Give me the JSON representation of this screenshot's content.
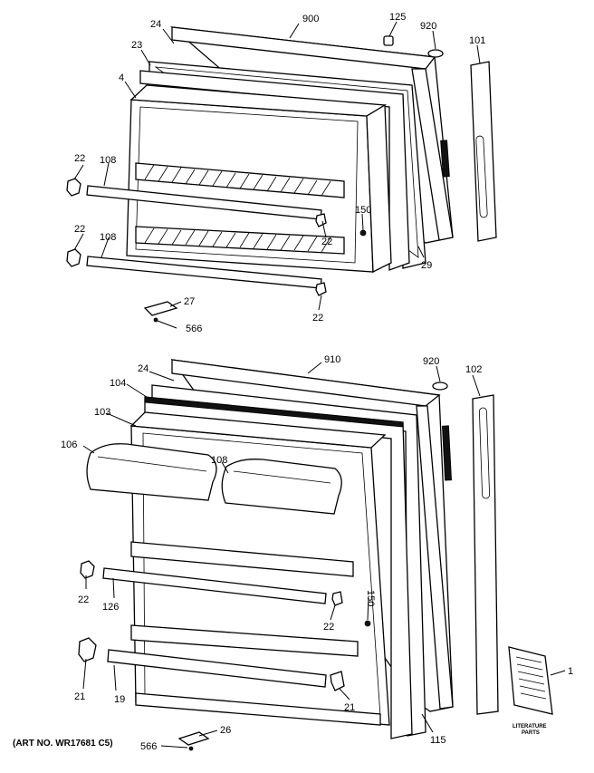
{
  "upper_door": {
    "labels": {
      "p900": "900",
      "p125": "125",
      "p920": "920",
      "p101": "101",
      "p24": "24",
      "p23": "23",
      "p4": "4",
      "p22a": "22",
      "p108a": "108",
      "p22b": "22",
      "p108b": "108",
      "p150": "150",
      "p22c": "22",
      "p29": "29",
      "p27": "27",
      "p566": "566",
      "p22d": "22"
    }
  },
  "lower_door": {
    "labels": {
      "p910": "910",
      "p920": "920",
      "p102": "102",
      "p24": "24",
      "p104": "104",
      "p103": "103",
      "p106": "106",
      "p108": "108",
      "p22a": "22",
      "p126": "126",
      "p150": "150",
      "p22b": "22",
      "p21a": "21",
      "p19": "19",
      "p21b": "21",
      "p115": "115",
      "p1": "1",
      "p26": "26",
      "p566": "566"
    },
    "literature_caption": [
      "LITERATURE",
      "PARTS"
    ]
  },
  "art_number": "(ART NO. WR17681 C5)"
}
